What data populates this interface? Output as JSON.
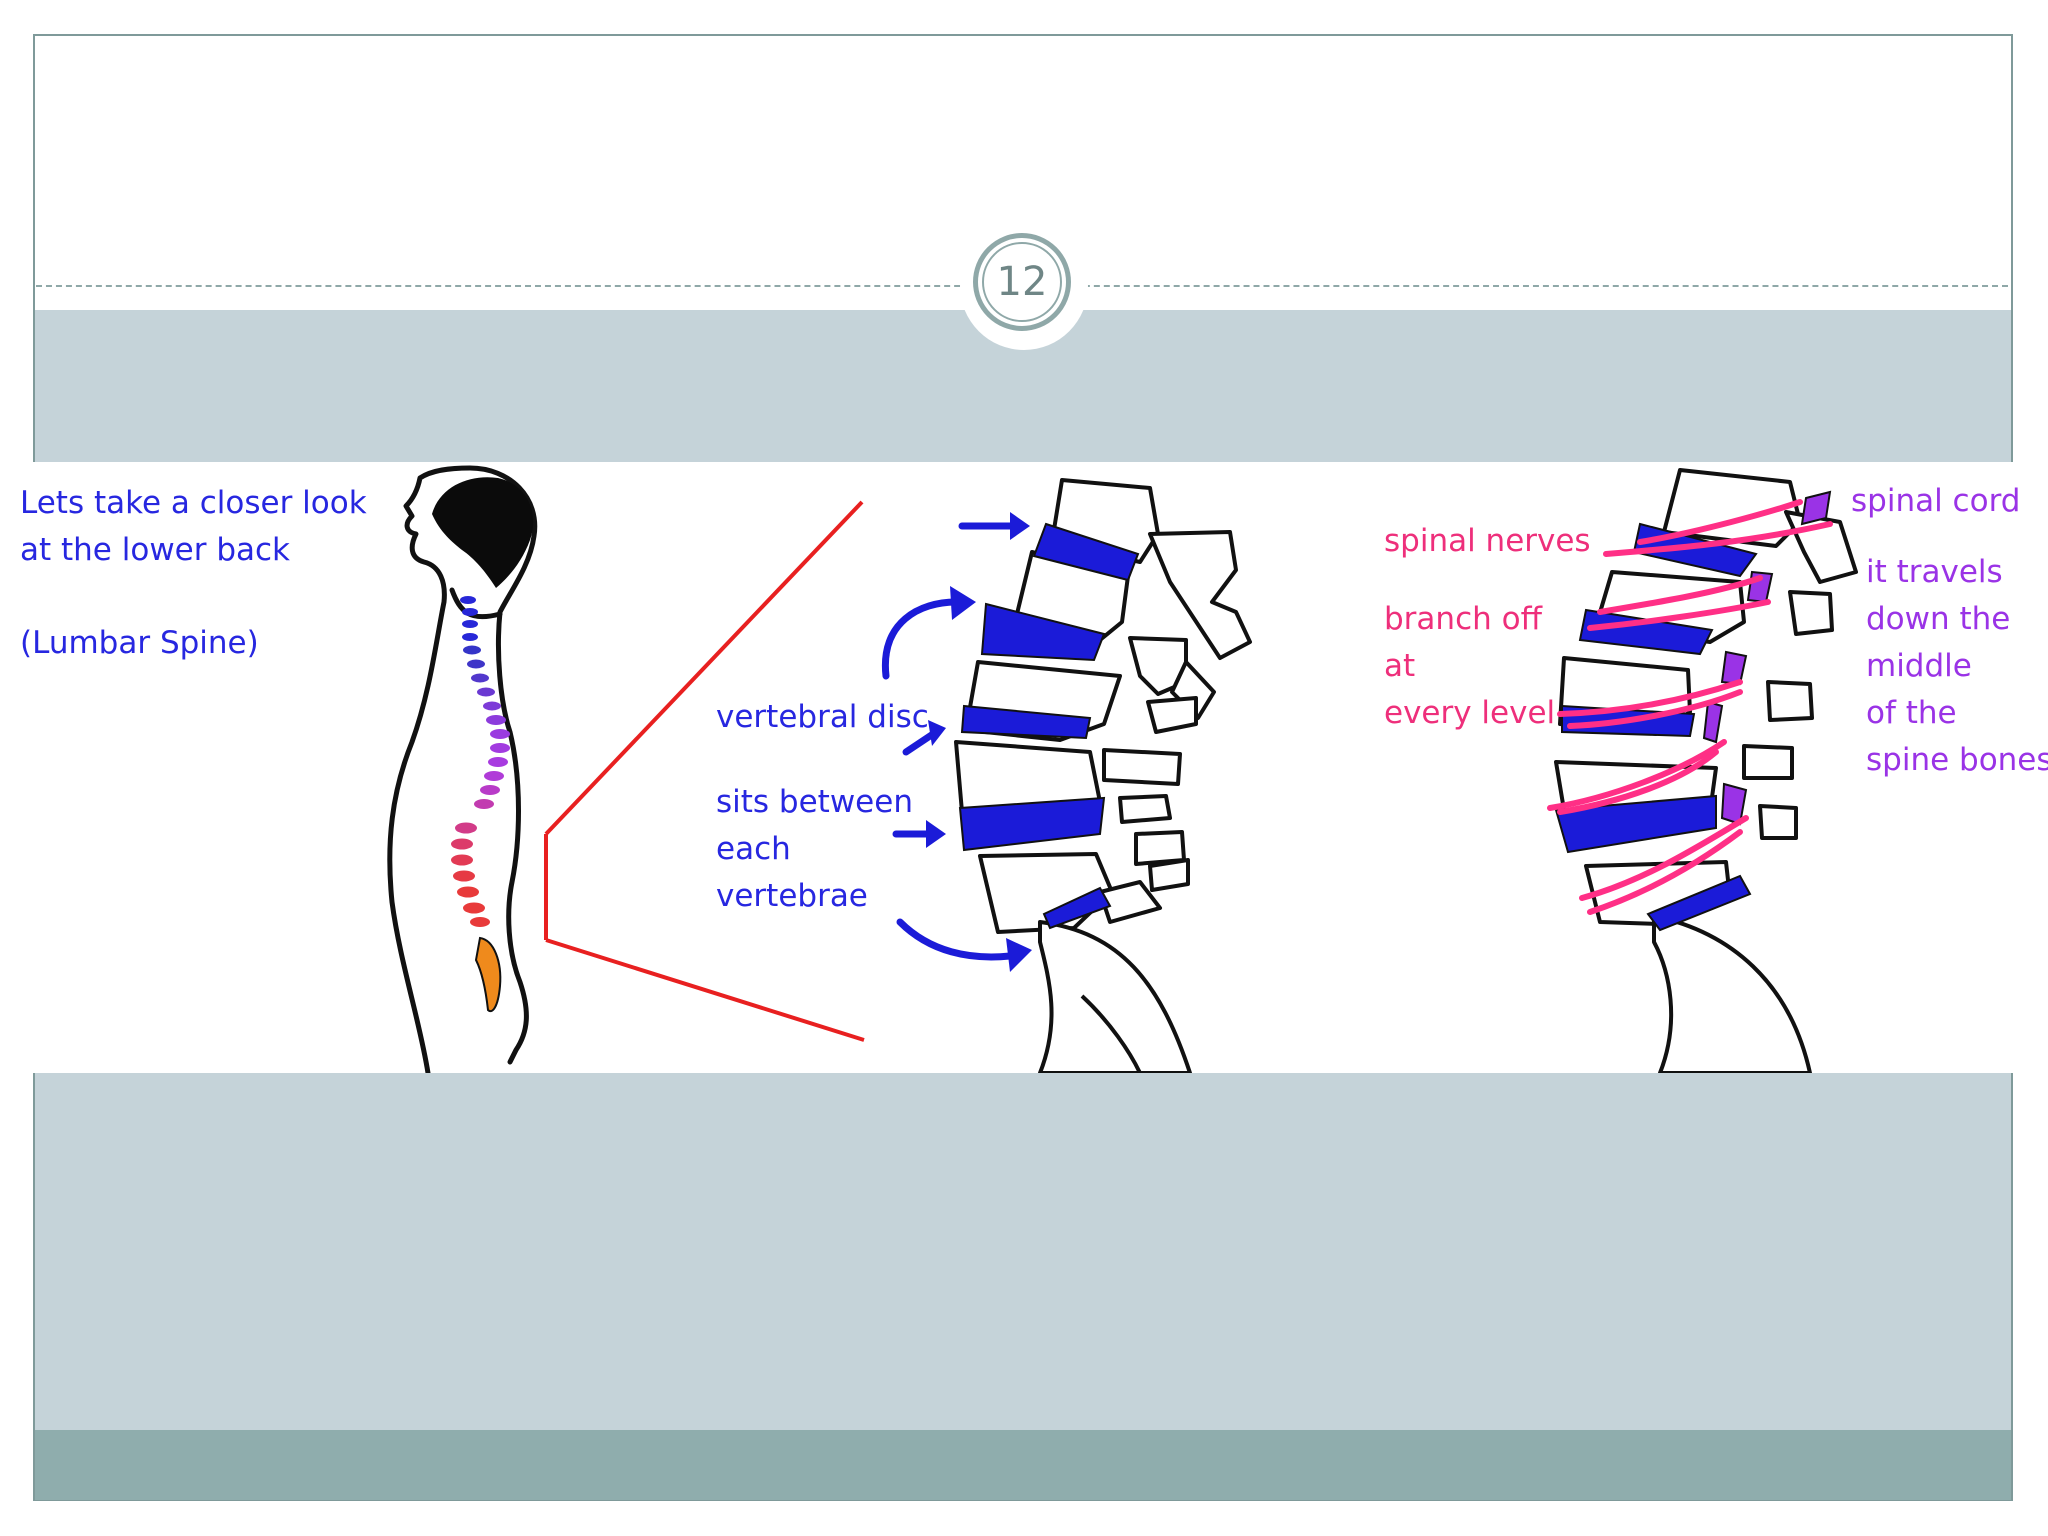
{
  "slide": {
    "page_number": "12"
  },
  "figure": {
    "intro": {
      "line1": "Lets take a closer look",
      "line2": "at the lower back",
      "line3": "(Lumbar Spine)"
    },
    "disc": {
      "title": "vertebral disc",
      "line1": "sits between",
      "line2": "each",
      "line3": "vertebrae"
    },
    "nerves": {
      "line1": "spinal nerves",
      "line2": "branch off",
      "line3": "at",
      "line4": "every level"
    },
    "cord": {
      "line1": "spinal cord",
      "line2": "it travels",
      "line3": "down the",
      "line4": "middle",
      "line5": "of the",
      "line6": "spine bones"
    },
    "colors": {
      "intro_text": "#2727e0",
      "nerve_text": "#ee2f7b",
      "cord_text": "#9a33e6",
      "disc_fill": "#1b1bd8",
      "zoom_lines": "#e82020"
    }
  }
}
